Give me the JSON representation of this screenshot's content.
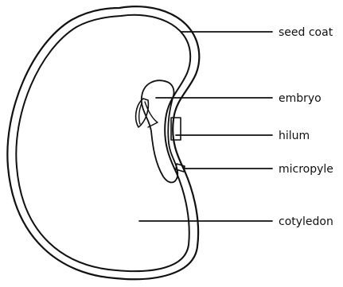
{
  "labels": {
    "seed_coat": "seed coat",
    "embryo": "embryo",
    "hilum": "hilum",
    "micropyle": "micropyle",
    "cotyledon": "cotyledon"
  },
  "colors": {
    "line": "#111111",
    "background": "#ffffff"
  }
}
